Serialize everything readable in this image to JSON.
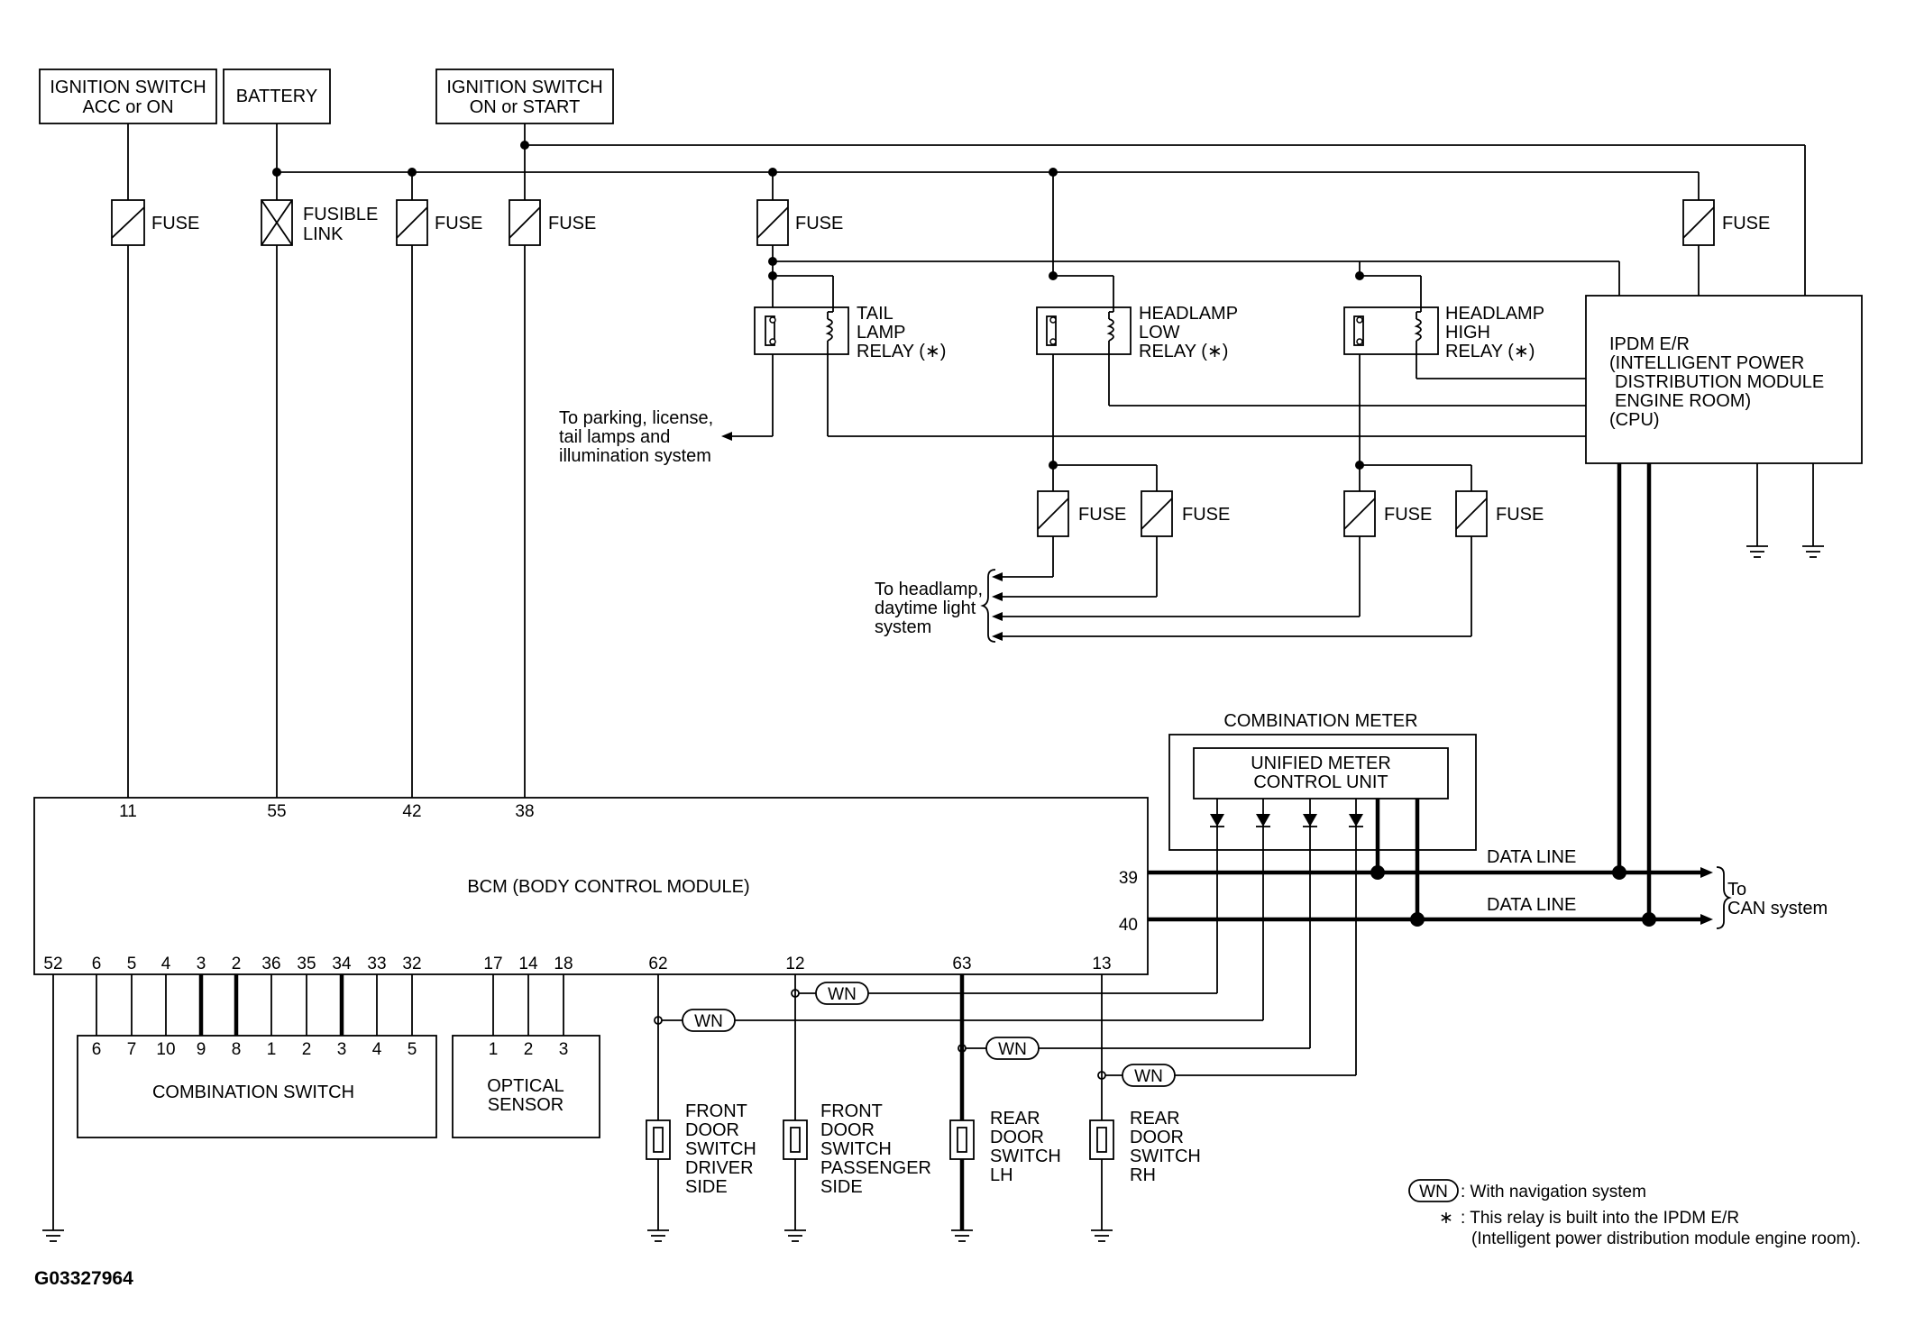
{
  "sources": {
    "ign_acc": [
      "IGNITION SWITCH",
      "ACC or ON"
    ],
    "battery": "BATTERY",
    "ign_on": [
      "IGNITION SWITCH",
      "ON or START"
    ]
  },
  "fuse_label": "FUSE",
  "fusible_link": [
    "FUSIBLE",
    "LINK"
  ],
  "relays": {
    "tail": [
      "TAIL",
      "LAMP",
      "RELAY (∗)"
    ],
    "low": [
      "HEADLAMP",
      "LOW",
      "RELAY (∗)"
    ],
    "high": [
      "HEADLAMP",
      "HIGH",
      "RELAY (∗)"
    ]
  },
  "ipdm": [
    "IPDM E/R",
    "(INTELLIGENT POWER",
    "DISTRIBUTION MODULE",
    "ENGINE ROOM)",
    "(CPU)"
  ],
  "parking_note": [
    "To parking, license,",
    "tail lamps and",
    "illumination system"
  ],
  "headlamp_note": [
    "To headlamp,",
    "daytime light",
    "system"
  ],
  "combination_meter": {
    "title": "COMBINATION METER",
    "unit": [
      "UNIFIED METER",
      "CONTROL UNIT"
    ]
  },
  "bcm": {
    "title": "BCM (BODY CONTROL MODULE)",
    "top_pins": [
      "11",
      "55",
      "42",
      "38"
    ],
    "right_pins": [
      "39",
      "40"
    ],
    "bottom_pins": [
      "52",
      "6",
      "5",
      "4",
      "3",
      "2",
      "36",
      "35",
      "34",
      "33",
      "32",
      "17",
      "14",
      "18",
      "62",
      "12",
      "63",
      "13"
    ]
  },
  "data_line": "DATA LINE",
  "can_note": [
    "To",
    "CAN system"
  ],
  "combination_switch": {
    "title": "COMBINATION SWITCH",
    "pins": [
      "6",
      "7",
      "10",
      "9",
      "8",
      "1",
      "2",
      "3",
      "4",
      "5"
    ]
  },
  "optical_sensor": {
    "title": [
      "OPTICAL",
      "SENSOR"
    ],
    "pins": [
      "1",
      "2",
      "3"
    ]
  },
  "door_switches": {
    "front_driver": [
      "FRONT",
      "DOOR",
      "SWITCH",
      "DRIVER",
      "SIDE"
    ],
    "front_passenger": [
      "FRONT",
      "DOOR",
      "SWITCH",
      "PASSENGER",
      "SIDE"
    ],
    "rear_lh": [
      "REAR",
      "DOOR",
      "SWITCH",
      "LH"
    ],
    "rear_rh": [
      "REAR",
      "DOOR",
      "SWITCH",
      "RH"
    ]
  },
  "wn_tag": "WN",
  "legend": {
    "wn": ": With navigation system",
    "star_symbol": "∗",
    "star_text": [
      ": This relay is built into the IPDM E/R",
      "(Intelligent power distribution module engine room)."
    ]
  },
  "figure_id": "G03327964",
  "colors": {
    "ink": "#000000",
    "background": "#ffffff"
  }
}
